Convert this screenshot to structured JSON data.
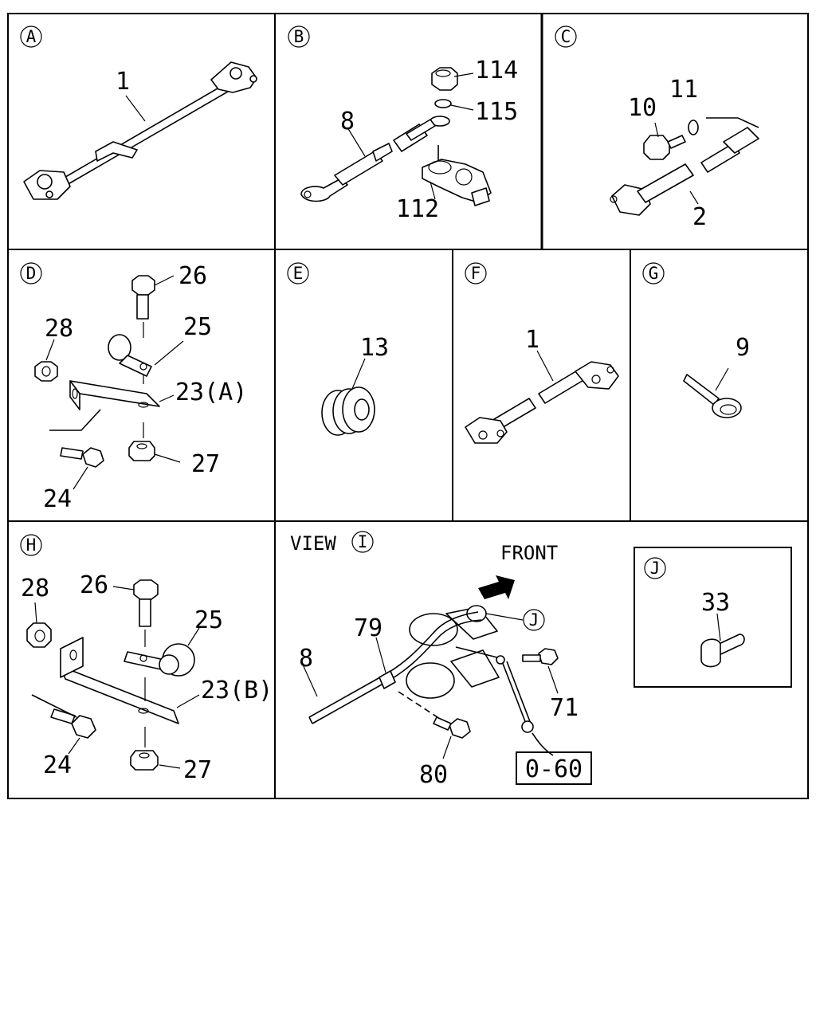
{
  "panels": [
    {
      "id": "A",
      "labels": [
        "1"
      ]
    },
    {
      "id": "B",
      "labels": [
        "114",
        "115",
        "8",
        "112"
      ]
    },
    {
      "id": "C",
      "labels": [
        "10",
        "11",
        "2"
      ]
    },
    {
      "id": "D",
      "labels": [
        "26",
        "28",
        "25",
        "23(A)",
        "24",
        "27"
      ]
    },
    {
      "id": "E",
      "labels": [
        "13"
      ]
    },
    {
      "id": "F",
      "labels": [
        "1"
      ]
    },
    {
      "id": "G",
      "labels": [
        "9"
      ]
    },
    {
      "id": "H",
      "labels": [
        "28",
        "26",
        "25",
        "23(B)",
        "24",
        "27"
      ]
    },
    {
      "id": "I",
      "view_prefix": "VIEW",
      "front_label": "FRONT",
      "callout": "J",
      "labels": [
        "79",
        "8",
        "71",
        "80"
      ],
      "ref_box": "0-60"
    },
    {
      "id": "J",
      "labels": [
        "33"
      ]
    }
  ]
}
